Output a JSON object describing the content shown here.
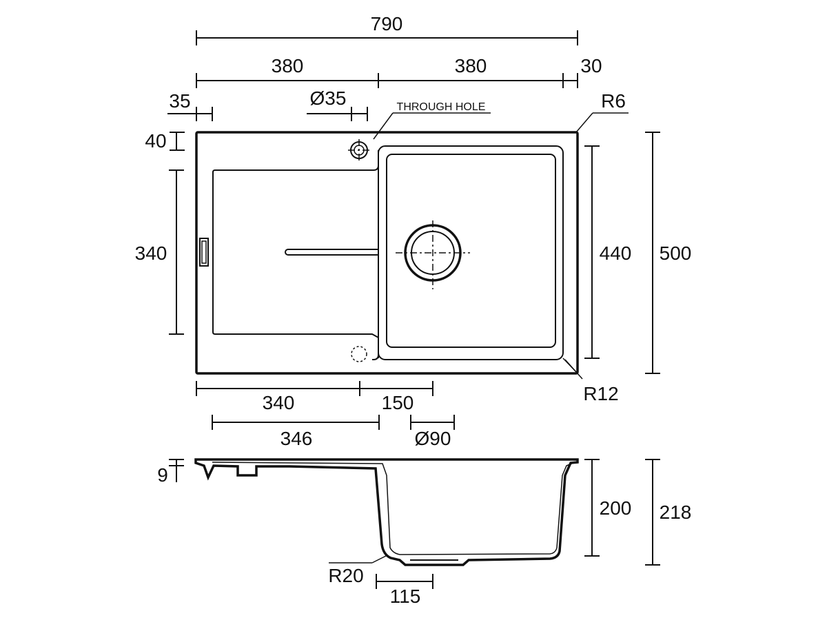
{
  "dimensions": {
    "overall_width": "790",
    "left_half": "380",
    "right_half": "380",
    "right_margin": "30",
    "hole_offset_x": "35",
    "tap_hole_diameter": "Ø35",
    "top_offset": "40",
    "drainer_depth": "340",
    "bowl_depth": "440",
    "overall_depth": "500",
    "corner_radius_outer": "R6",
    "corner_radius_bowl": "R12",
    "drainer_width": "340",
    "waste_offset": "150",
    "drainer_length": "346",
    "waste_diameter": "Ø90",
    "rim_height": "9",
    "bowl_height": "200",
    "overall_height": "218",
    "base_radius": "R20",
    "base_width": "115"
  },
  "labels": {
    "through_hole": "THROUGH HOLE"
  }
}
